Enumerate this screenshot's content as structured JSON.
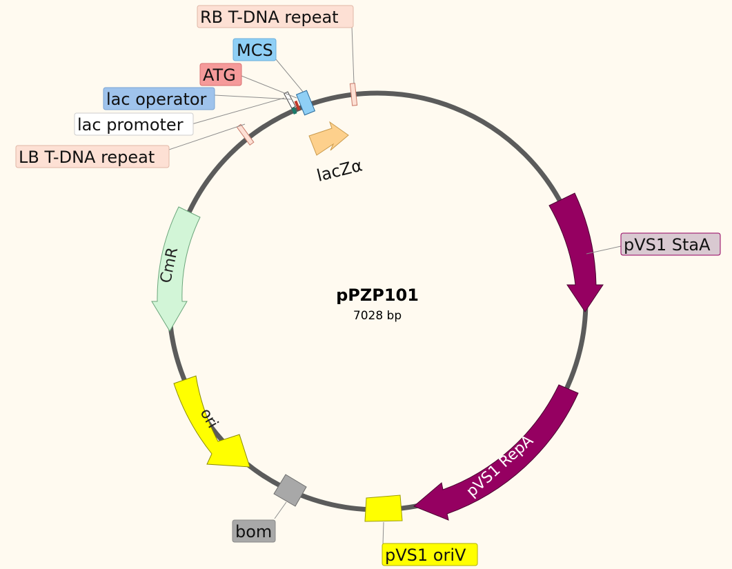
{
  "plasmid": {
    "name": "pPZP101",
    "size": "7028 bp"
  },
  "features": {
    "rb_tdna": {
      "label": "RB T-DNA repeat",
      "color": "#fde0d4"
    },
    "mcs": {
      "label": "MCS",
      "color": "#8fcff5"
    },
    "atg": {
      "label": "ATG",
      "color": "#f59a9a"
    },
    "lac_operator": {
      "label": "lac operator",
      "color": "#9fc3ec"
    },
    "lac_promoter": {
      "label": "lac promoter",
      "color": "#ffffff"
    },
    "lb_tdna": {
      "label": "LB T-DNA repeat",
      "color": "#fde0d4"
    },
    "lacz": {
      "label": "lacZα",
      "color": "#fdd08c"
    },
    "staa": {
      "label": "pVS1 StaA",
      "color": "#950061",
      "label_bg": "#d9c9d1"
    },
    "repa": {
      "label": "pVS1 RepA",
      "color": "#950061"
    },
    "oriv": {
      "label": "pVS1 oriV",
      "color": "#ffff00"
    },
    "bom": {
      "label": "bom",
      "color": "#a8a8a8"
    },
    "ori": {
      "label": "ori",
      "color": "#ffff00"
    },
    "cmr": {
      "label": "CmR",
      "color": "#d2f5d7"
    }
  },
  "colors": {
    "backbone": "#5b5b5b",
    "background": "#fffaf0"
  }
}
